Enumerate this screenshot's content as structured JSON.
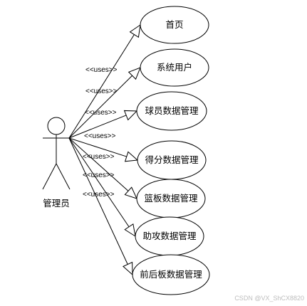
{
  "actor": {
    "label": "管理员"
  },
  "relation_label": "<<uses>>",
  "use_cases": [
    {
      "label": "首页"
    },
    {
      "label": "系统用户"
    },
    {
      "label": "球员数据管理"
    },
    {
      "label": "得分数据管理"
    },
    {
      "label": "篮板数据管理"
    },
    {
      "label": "助攻数据管理"
    },
    {
      "label": "前后板数据管理"
    }
  ],
  "watermark": "CSDN @VX_ShCX8820"
}
